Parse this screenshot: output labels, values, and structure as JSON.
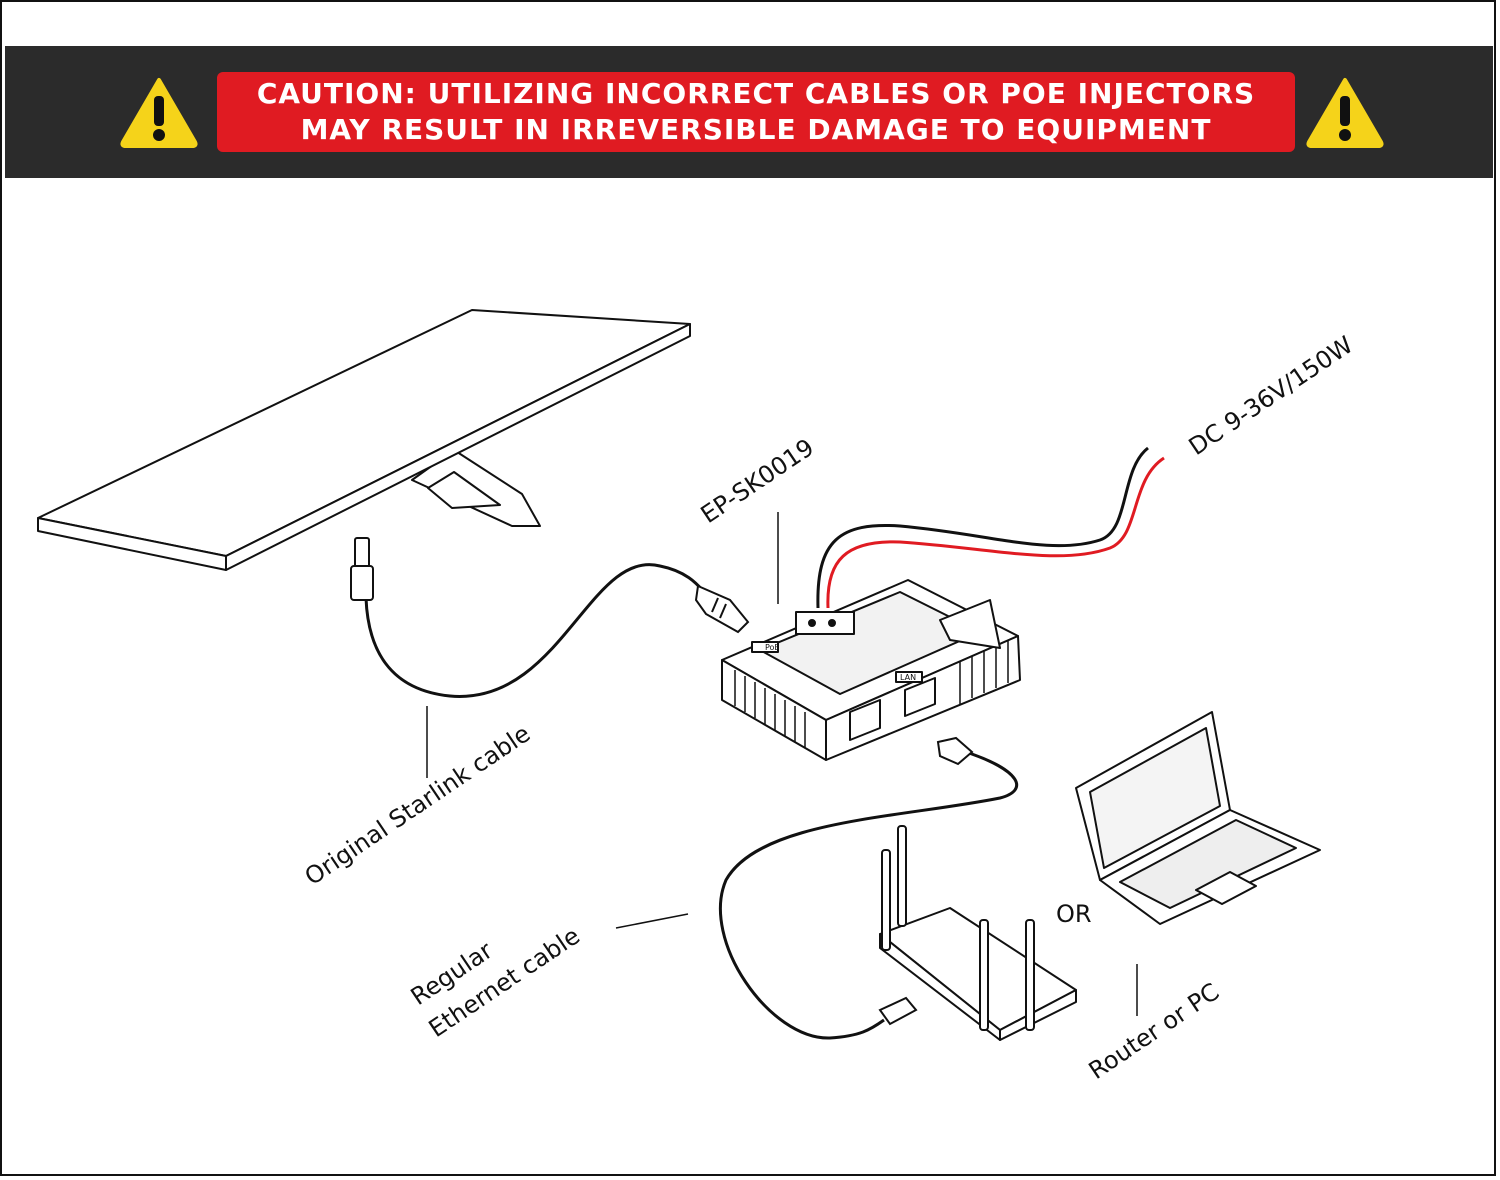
{
  "banner": {
    "caution_line1": "CAUTION: UTILIZING INCORRECT CABLES OR POE INJECTORS",
    "caution_line2": "MAY RESULT IN IRREVERSIBLE DAMAGE TO EQUIPMENT",
    "colors": {
      "banner_bg": "#2b2b2b",
      "caution_bg": "#e01b22",
      "warning_fill": "#f5d31a"
    },
    "icons": [
      "warning-icon",
      "warning-icon"
    ]
  },
  "diagram": {
    "device_model": "EP-SK0019",
    "power_spec": "DC 9-36V/150W",
    "starlink_cable": "Original Starlink cable",
    "ethernet_cable_line1": "Regular",
    "ethernet_cable_line2": "Ethernet cable",
    "or_label": "OR",
    "router_or_pc": "Router or PC",
    "device_labels": {
      "top_port": "PoE",
      "side_port": "LAN"
    },
    "colors": {
      "positive_wire": "#e01b22",
      "negative_wire": "#111111"
    }
  }
}
